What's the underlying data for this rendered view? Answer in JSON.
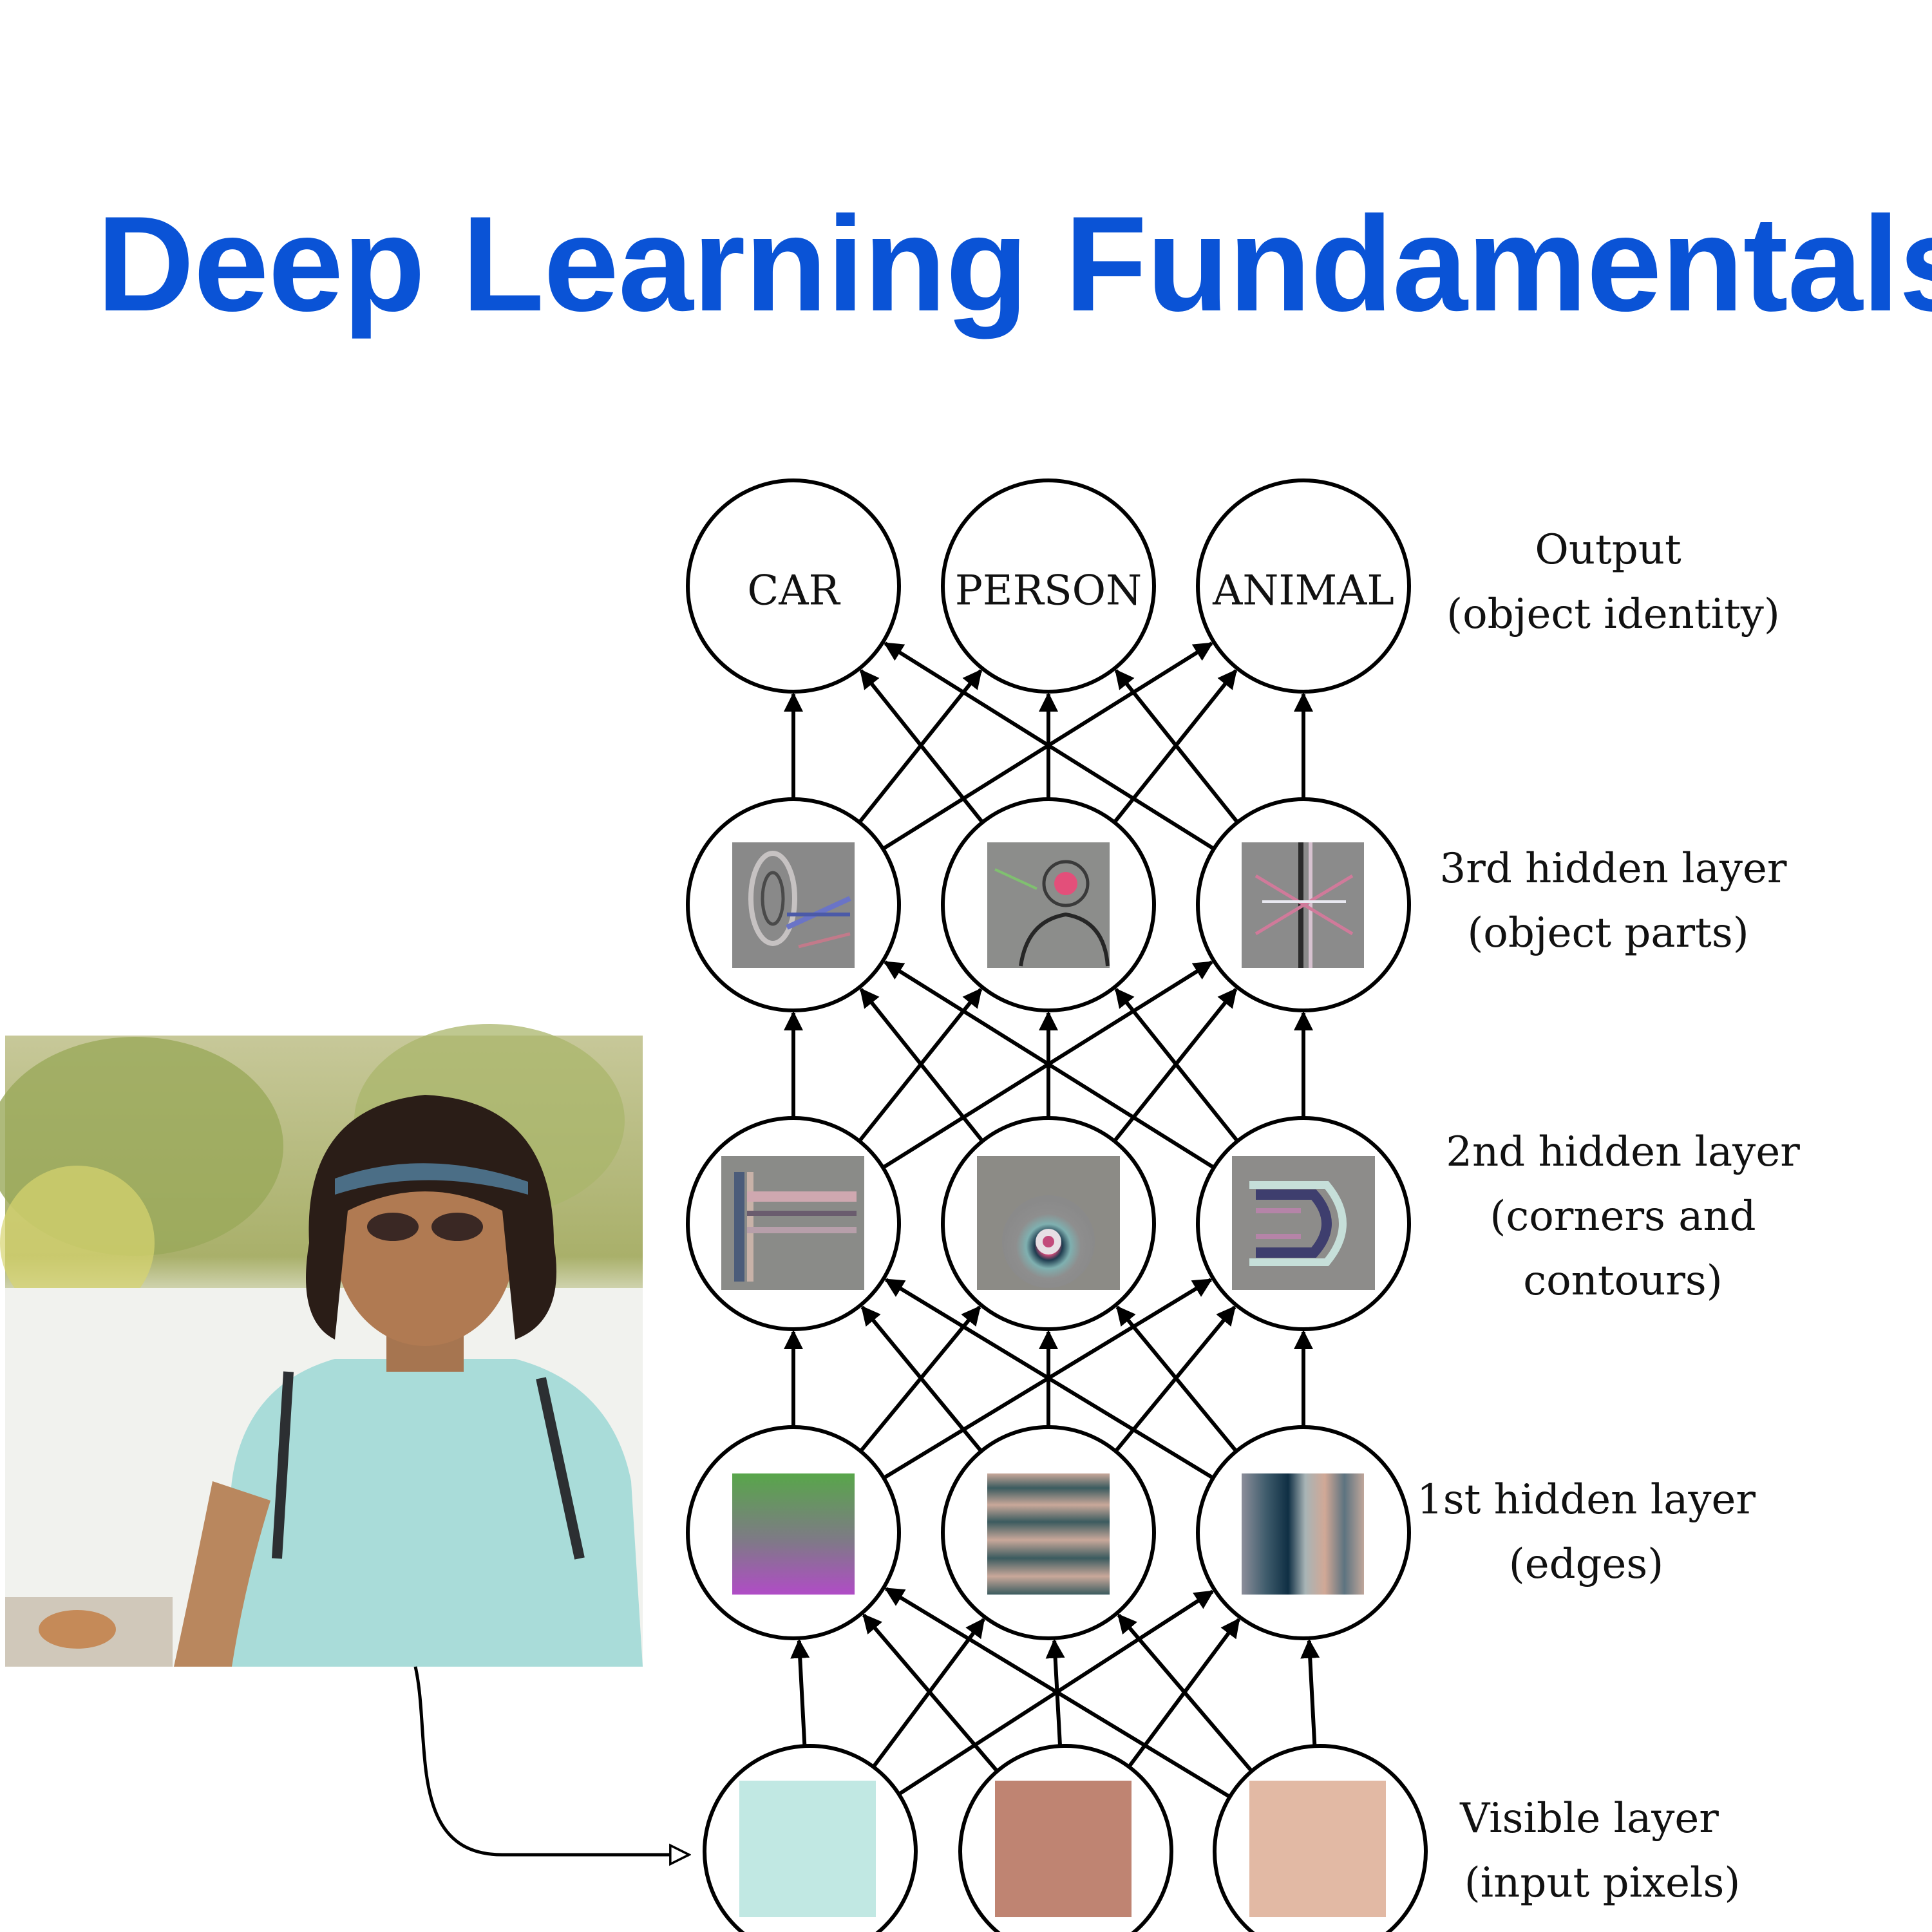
{
  "title": "Deep Learning Fundamentals",
  "output_nodes": [
    "CAR",
    "PERSON",
    "ANIMAL"
  ],
  "layers": [
    {
      "id": "output",
      "line1": "Output",
      "line2": "(object identity)"
    },
    {
      "id": "hidden3",
      "line1": "3rd hidden layer",
      "line2": "(object parts)"
    },
    {
      "id": "hidden2",
      "line1": "2nd hidden layer",
      "line2": "(corners and",
      "line3": "contours)"
    },
    {
      "id": "hidden1",
      "line1": "1st hidden layer",
      "line2": "(edges)"
    },
    {
      "id": "visible",
      "line1": "Visible layer",
      "line2": "(input pixels)"
    }
  ],
  "colors": {
    "title": "#0a53d6",
    "visible_pixels": [
      "#c1e8e3",
      "#bf8472",
      "#e2b9a4"
    ]
  },
  "icons": [
    "input-photo",
    "feature-visualization",
    "arrow"
  ]
}
